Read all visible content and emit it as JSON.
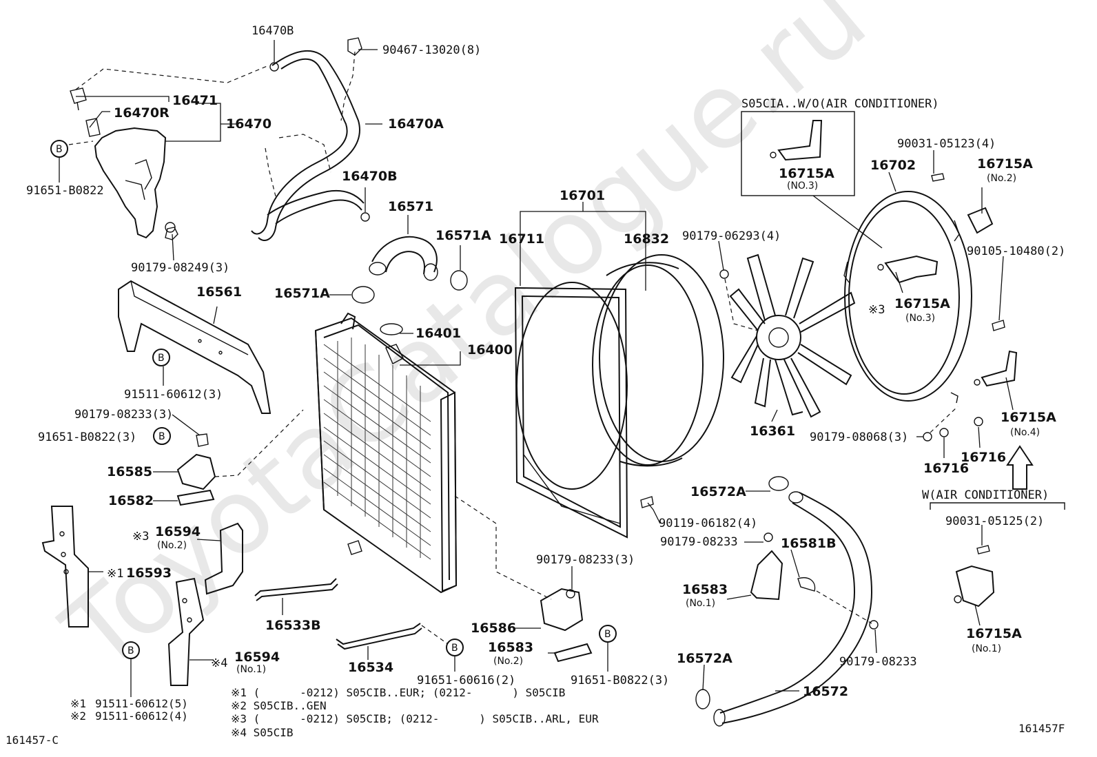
{
  "watermark": "ToyotaCatalogue.ru",
  "labels": {
    "p16470B_top": "16470B",
    "p90467": "90467-13020(8)",
    "p16471": "16471",
    "p16470R": "16470R",
    "p16470": "16470",
    "p91651_B0822": "91651-B0822",
    "p16470A": "16470A",
    "p16470B_mid": "16470B",
    "p90179_08249": "90179-08249(3)",
    "p16571": "16571",
    "p16571A_right": "16571A",
    "p16571A_left": "16571A",
    "p16561": "16561",
    "p16401": "16401",
    "p16400": "16400",
    "p91511_60612_3": "91511-60612(3)",
    "p90179_08233_3a": "90179-08233(3)",
    "p91651_B0822_3a": "91651-B0822(3)",
    "p16585": "16585",
    "p16582": "16582",
    "p16594_no2": "16594",
    "p16594_no2_sub": "(No.2)",
    "p16593": "16593",
    "p16533B": "16533B",
    "p16594_no1": "16594",
    "p16594_no1_sub": "(No.1)",
    "p16534": "16534",
    "p16701": "16701",
    "p16711": "16711",
    "p16832": "16832",
    "p90179_08233_3b": "90179-08233(3)",
    "p16586": "16586",
    "p16583_no2": "16583",
    "p16583_no2_sub": "(No.2)",
    "p91651_60616": "91651-60616(2)",
    "p91651_B0822_3b": "91651-B0822(3)",
    "p_s05cia": "S05CIA..W/O(AIR CONDITIONER)",
    "p16715A_no3_box": "16715A",
    "p16715A_no3_box_sub": "(NO.3)",
    "p90031_05123": "90031-05123(4)",
    "p16702": "16702",
    "p16715A_no2": "16715A",
    "p16715A_no2_sub": "(No.2)",
    "p90179_06293": "90179-06293(4)",
    "p90105_10480": "90105-10480(2)",
    "p16715A_no3": "16715A",
    "p16715A_no3_sub": "(No.3)",
    "p16361": "16361",
    "p90179_08068": "90179-08068(3)",
    "p16716_a": "16716",
    "p16716_b": "16716",
    "p16715A_no4": "16715A",
    "p16715A_no4_sub": "(No.4)",
    "p16572A_top": "16572A",
    "p90119_06182": "90119-06182(4)",
    "p90179_08233_c": "90179-08233",
    "p16581B": "16581B",
    "p16583_no1": "16583",
    "p16583_no1_sub": "(No.1)",
    "p90179_08233_d": "90179-08233",
    "p16572A_bot": "16572A",
    "p16572": "16572",
    "p_w_ac": "W(AIR CONDITIONER)",
    "p90031_05125": "90031-05125(2)",
    "p16715A_no1": "16715A",
    "p16715A_no1_sub": "(No.1)"
  },
  "callouts": {
    "b": "B",
    "star3": "※3",
    "star1": "※1",
    "star4": "※4"
  },
  "footnotes": {
    "f1_mark": "※1",
    "f1_num": "91511-60612(5)",
    "f2_mark": "※2",
    "f2_num": "91511-60612(4)",
    "n1": "※1 (      -0212) S05CIB..EUR; (0212-      ) S05CIB",
    "n2": "※2 S05CIB..GEN",
    "n3": "※3 (      -0212) S05CIB; (0212-      ) S05CIB..ARL, EUR",
    "n4": "※4 S05CIB"
  },
  "corner": {
    "left": "161457-C",
    "right": "161457F"
  }
}
